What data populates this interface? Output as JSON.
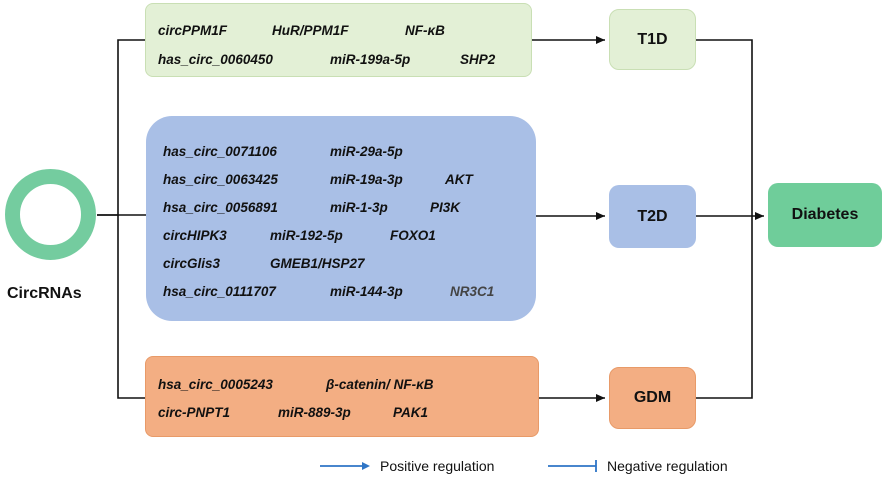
{
  "source_label": "CircRNAs",
  "outcomes": {
    "t1d": "T1D",
    "t2d": "T2D",
    "gdm": "GDM",
    "diabetes": "Diabetes"
  },
  "t1d_pathways": [
    {
      "circ": "circPPM1F",
      "edges": [
        "negative",
        "positive"
      ],
      "targets": [
        "HuR/PPM1F",
        "NF-κB"
      ]
    },
    {
      "circ": "has_circ_0060450",
      "edges": [
        "negative",
        "positive"
      ],
      "targets": [
        "miR-199a-5p",
        "SHP2"
      ]
    }
  ],
  "t2d_pathways": [
    {
      "circ": "has_circ_0071106",
      "edges": [
        "negative"
      ],
      "targets": [
        "miR-29a-5p"
      ]
    },
    {
      "circ": "has_circ_0063425",
      "edges": [
        "negative",
        "positive"
      ],
      "targets": [
        "miR-19a-3p",
        "AKT"
      ]
    },
    {
      "circ": "hsa_circ_0056891",
      "edges": [
        "negative",
        "positive"
      ],
      "targets": [
        "miR-1-3p",
        "PI3K"
      ]
    },
    {
      "circ": "circHIPK3",
      "edges": [
        "negative",
        "positive"
      ],
      "targets": [
        "miR-192-5p",
        "FOXO1"
      ]
    },
    {
      "circ": "circGlis3",
      "edges": [
        "positive"
      ],
      "targets": [
        "GMEB1/HSP27"
      ]
    },
    {
      "circ": "hsa_circ_0111707",
      "edges": [
        "negative",
        "positive"
      ],
      "targets": [
        "miR-144-3p",
        "NR3C1"
      ]
    }
  ],
  "gdm_pathways": [
    {
      "circ": "hsa_circ_0005243",
      "edges": [
        "positive"
      ],
      "targets": [
        "β-catenin/ NF-κB"
      ]
    },
    {
      "circ": "circ-PNPT1",
      "edges": [
        "negative",
        "positive"
      ],
      "targets": [
        "miR-889-3p",
        "PAK1"
      ]
    }
  ],
  "legend": {
    "positive": "Positive regulation",
    "negative": "Negative regulation"
  },
  "colors": {
    "t1d": "#e3f0d6",
    "t2d": "#a9bfe6",
    "gdm": "#f3ae83",
    "diabetes": "#6fcd9a",
    "ring": "#74cc9f",
    "edge": "#2e75c6"
  }
}
